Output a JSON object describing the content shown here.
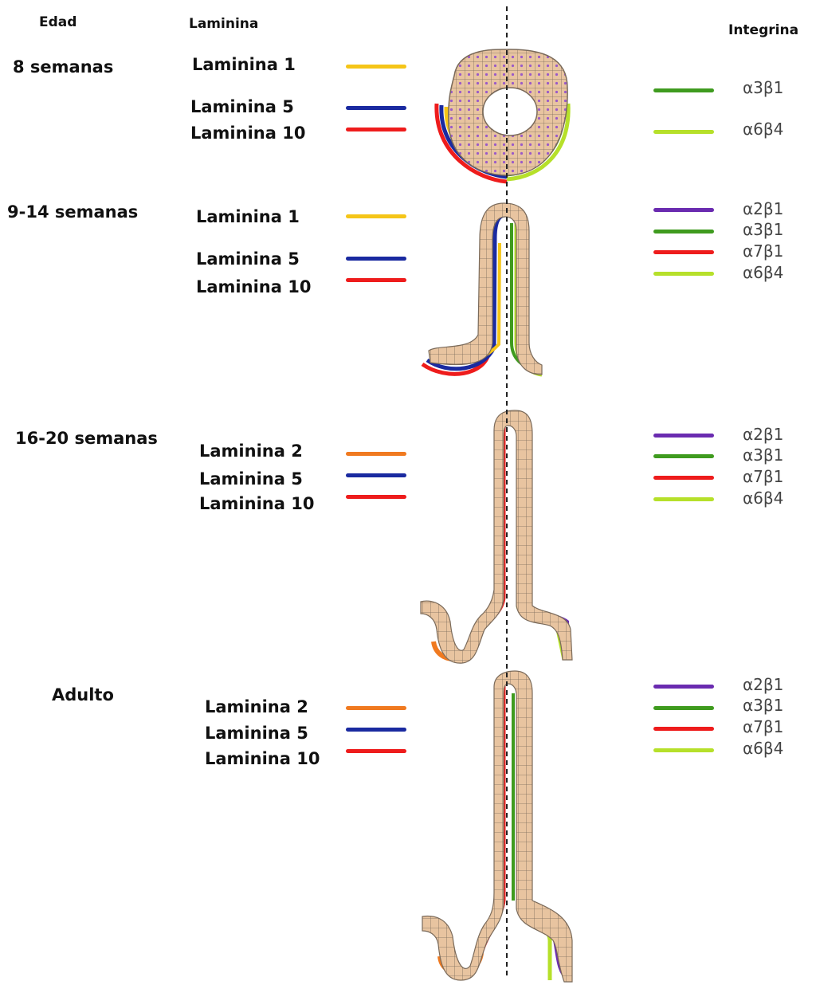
{
  "headers": {
    "age": "Edad",
    "laminin": "Laminina",
    "integrin": "Integrina"
  },
  "colors": {
    "laminin_1": "#f5c518",
    "laminin_2": "#f07a20",
    "laminin_5": "#1a2aa0",
    "laminin_10": "#ee1c1c",
    "a2b1": "#6a2bb0",
    "a3b1": "#3f9b1f",
    "a7b1": "#ee1c1c",
    "a6b4": "#b6e02a",
    "cell_fill": "#e8c4a0",
    "cell_stroke": "#7a6a5a",
    "nucleus": "#9a5ac8"
  },
  "stages": [
    {
      "age": "8 semanas",
      "laminins": [
        {
          "label": "Laminina 1",
          "color": "#f5c518"
        },
        {
          "label": "Laminina 5",
          "color": "#1a2aa0"
        },
        {
          "label": "Laminina 10",
          "color": "#ee1c1c"
        }
      ],
      "integrins": [
        {
          "label": "α3β1",
          "color": "#3f9b1f"
        },
        {
          "label": "α6β4",
          "color": "#b6e02a"
        }
      ]
    },
    {
      "age": "9-14 semanas",
      "laminins": [
        {
          "label": "Laminina 1",
          "color": "#f5c518"
        },
        {
          "label": "Laminina 5",
          "color": "#1a2aa0"
        },
        {
          "label": "Laminina 10",
          "color": "#ee1c1c"
        }
      ],
      "integrins": [
        {
          "label": "α2β1",
          "color": "#6a2bb0"
        },
        {
          "label": "α3β1",
          "color": "#3f9b1f"
        },
        {
          "label": "α7β1",
          "color": "#ee1c1c"
        },
        {
          "label": "α6β4",
          "color": "#b6e02a"
        }
      ]
    },
    {
      "age": "16-20 semanas",
      "laminins": [
        {
          "label": "Laminina 2",
          "color": "#f07a20"
        },
        {
          "label": "Laminina 5",
          "color": "#1a2aa0"
        },
        {
          "label": "Laminina 10",
          "color": "#ee1c1c"
        }
      ],
      "integrins": [
        {
          "label": "α2β1",
          "color": "#6a2bb0"
        },
        {
          "label": "α3β1",
          "color": "#3f9b1f"
        },
        {
          "label": "α7β1",
          "color": "#ee1c1c"
        },
        {
          "label": "α6β4",
          "color": "#b6e02a"
        }
      ]
    },
    {
      "age": "Adulto",
      "laminins": [
        {
          "label": "Laminina 2",
          "color": "#f07a20"
        },
        {
          "label": "Laminina 5",
          "color": "#1a2aa0"
        },
        {
          "label": "Laminina 10",
          "color": "#ee1c1c"
        }
      ],
      "integrins": [
        {
          "label": "α2β1",
          "color": "#6a2bb0"
        },
        {
          "label": "α3β1",
          "color": "#3f9b1f"
        },
        {
          "label": "α7β1",
          "color": "#ee1c1c"
        },
        {
          "label": "α6β4",
          "color": "#b6e02a"
        }
      ]
    }
  ]
}
